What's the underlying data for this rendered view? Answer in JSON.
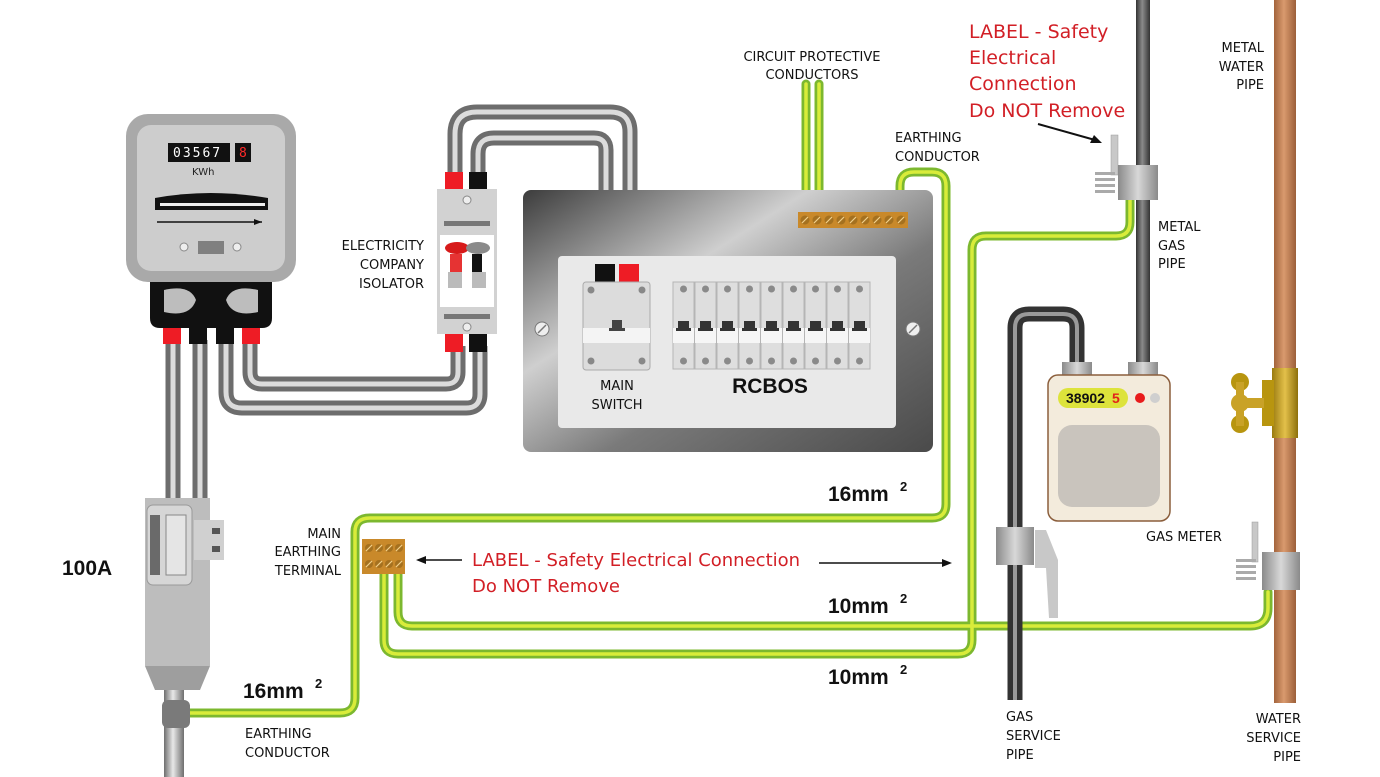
{
  "title": "Main Earthing and Protective Bonding Diagram",
  "electricity_meter": {
    "reading_digits": "03567",
    "reading_last_digit": "8",
    "unit": "KWh"
  },
  "labels": {
    "isolator": [
      "ELECTRICITY",
      "COMPANY",
      "ISOLATOR"
    ],
    "main_switch": [
      "MAIN",
      "SWITCH"
    ],
    "rcbos": "RCBOS",
    "cpc": [
      "CIRCUIT PROTECTIVE",
      "CONDUCTORS"
    ],
    "earthing_conductor_top": [
      "EARTHING",
      "CONDUCTOR"
    ],
    "earthing_conductor_bottom": [
      "EARTHING",
      "CONDUCTOR"
    ],
    "met": [
      "MAIN",
      "EARTHING",
      "TERMINAL"
    ],
    "fuse_rating": "100A",
    "metal_gas_pipe": [
      "METAL",
      "GAS",
      "PIPE"
    ],
    "metal_water_pipe": [
      "METAL",
      "WATER",
      "PIPE"
    ],
    "gas_meter": "GAS METER",
    "gas_service_pipe": [
      "GAS",
      "SERVICE",
      "PIPE"
    ],
    "water_service_pipe": [
      "WATER",
      "SERVICE",
      "PIPE"
    ]
  },
  "cable_sizes": {
    "earthing_to_met": {
      "value": "16mm",
      "sup": "2"
    },
    "met_to_cu": {
      "value": "16mm",
      "sup": "2"
    },
    "bond_water": {
      "value": "10mm",
      "sup": "2"
    },
    "bond_gas": {
      "value": "10mm",
      "sup": "2"
    }
  },
  "warnings": {
    "top_right": [
      "LABEL - Safety",
      "Electrical",
      "Connection",
      "Do NOT Remove"
    ],
    "middle": [
      "LABEL - Safety Electrical Connection",
      "Do NOT Remove"
    ]
  },
  "gas_meter": {
    "reading_digits": "38902",
    "reading_last_digit": "5"
  },
  "consumer_unit": {
    "rcbo_count": 9,
    "earth_bar_terminals": 9
  },
  "colors": {
    "warning_red": "#d21f26",
    "earth_green": "#8cc63f",
    "earth_yellow": "#e8ef3a",
    "copper": "#c98a5e",
    "brass": "#c9a227",
    "live_red": "#ee1c25",
    "neutral_black": "#111111"
  }
}
